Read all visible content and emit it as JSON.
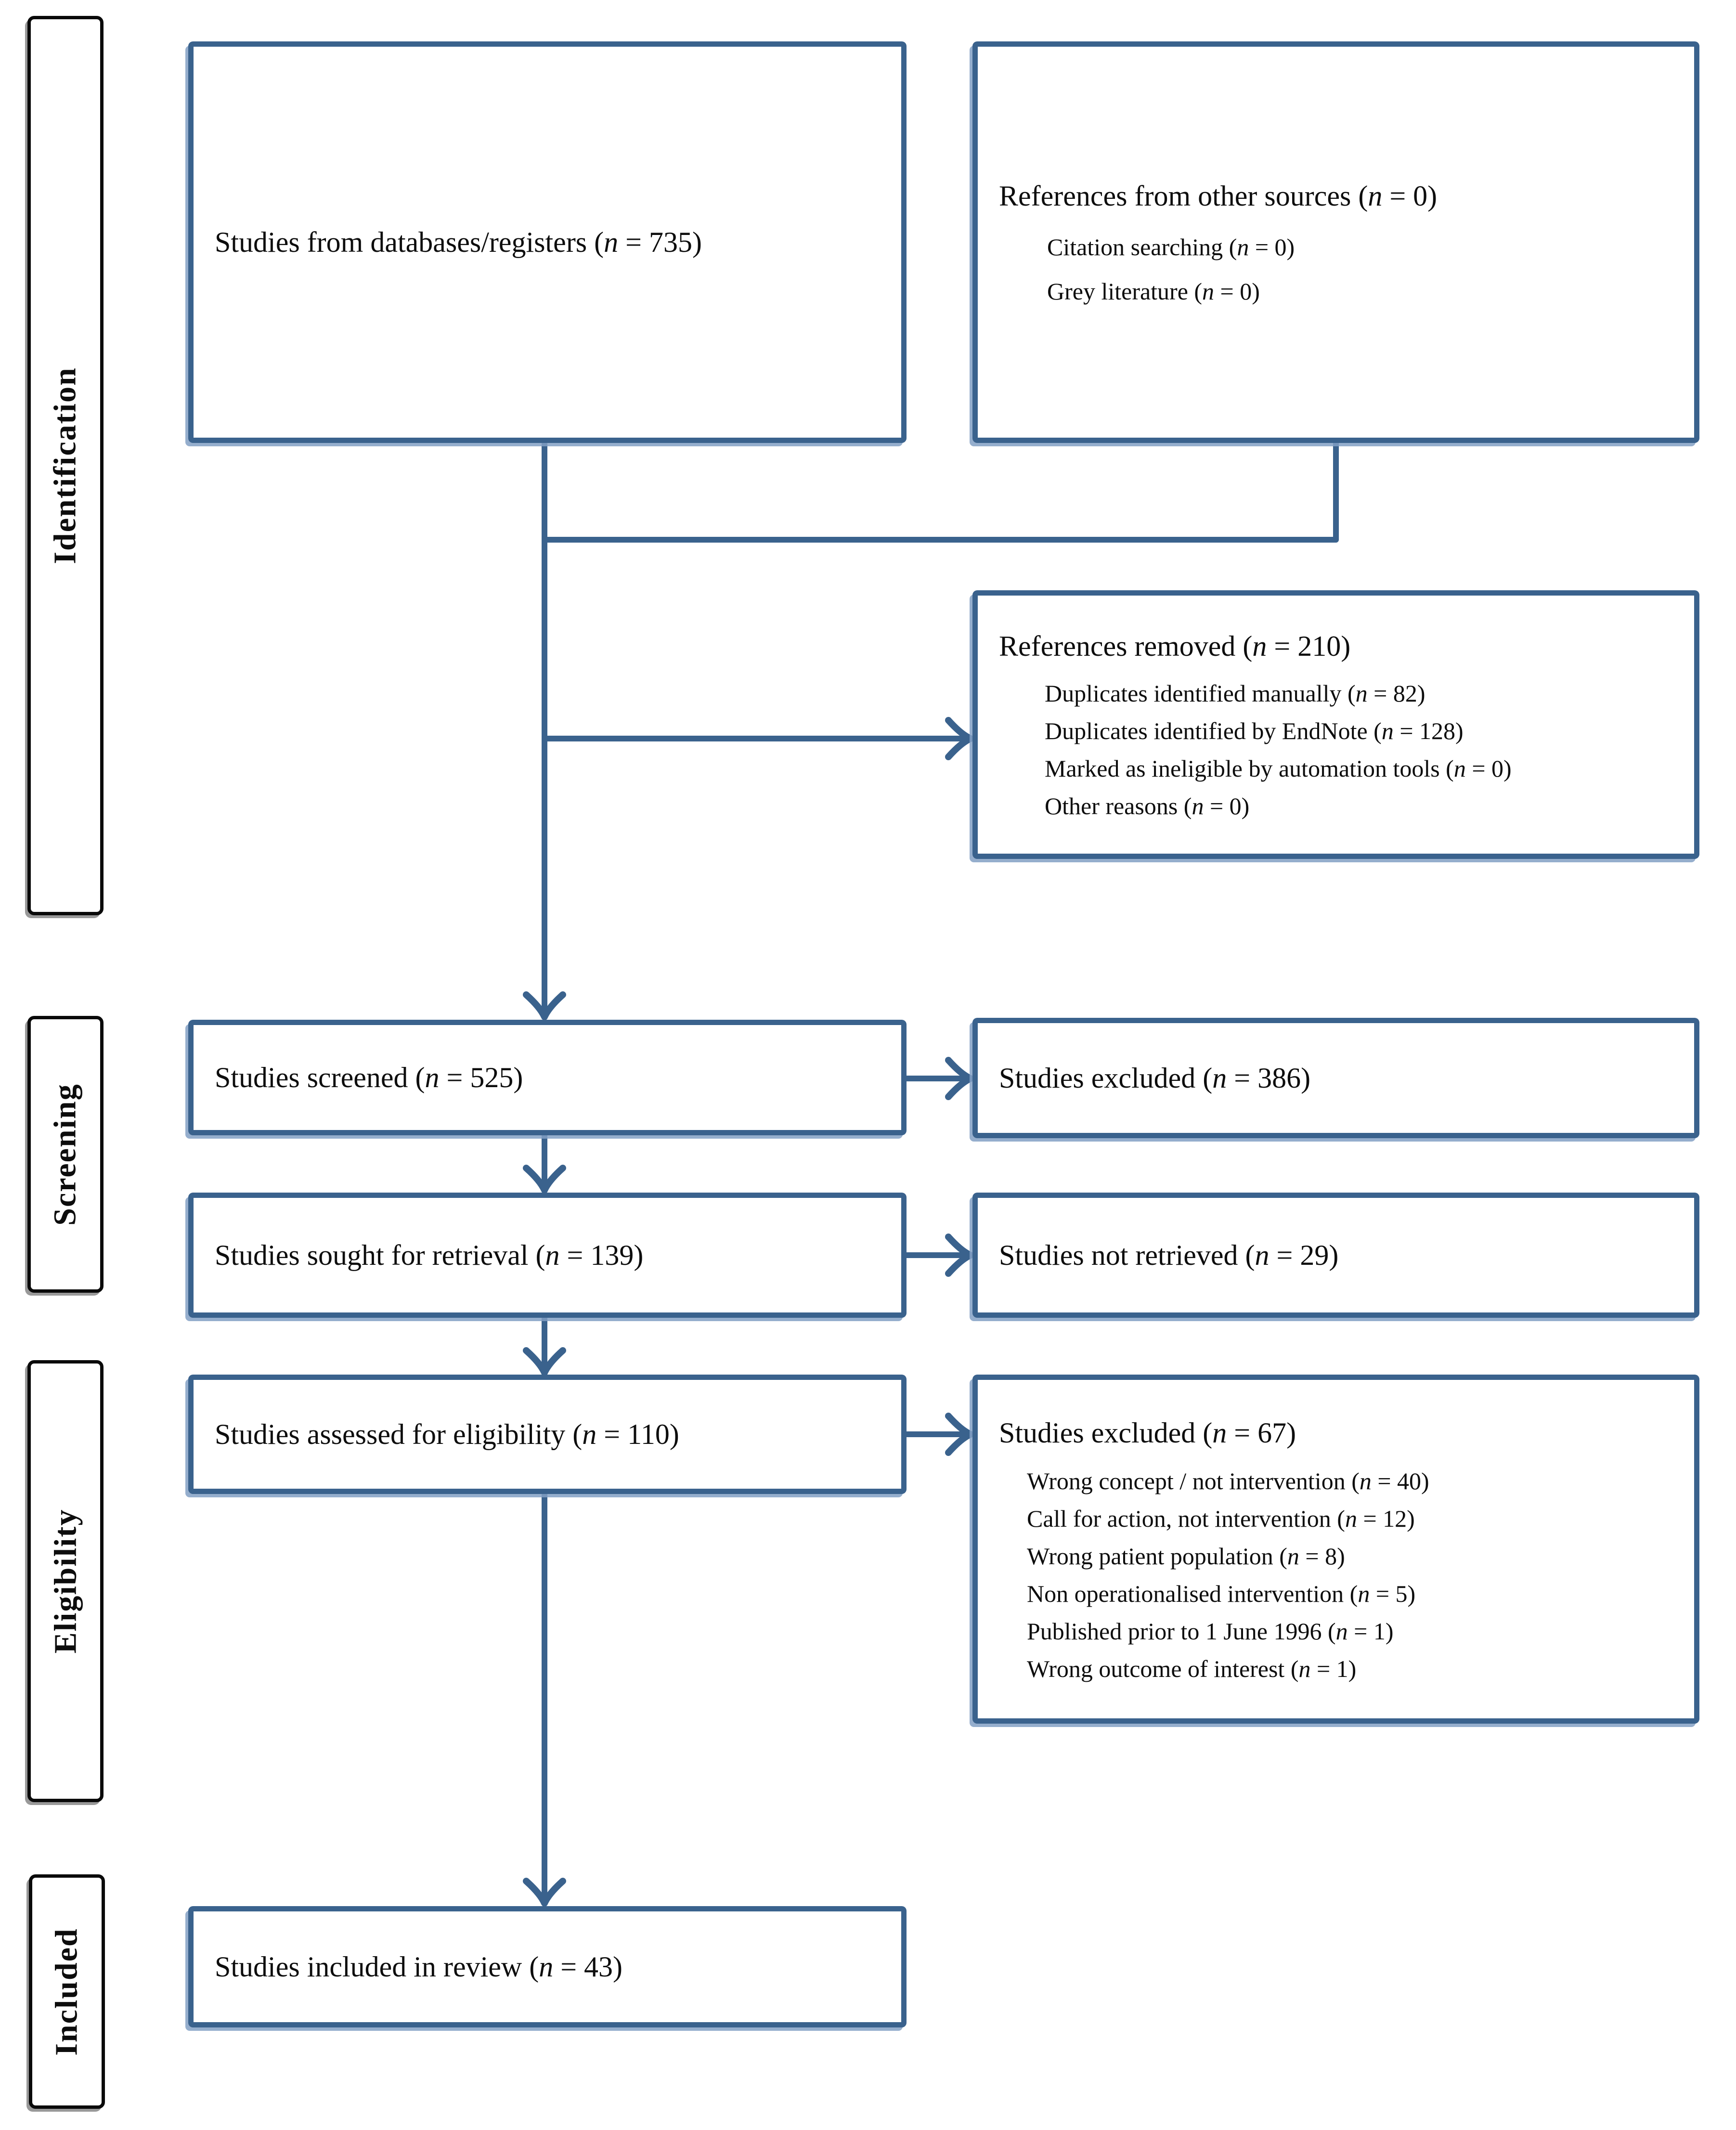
{
  "diagram": {
    "colors": {
      "box_border": "#3A628D",
      "arrow": "#3A628D",
      "box_shadow": "#82A0C4",
      "stage_border": "#0A0A0A",
      "text": "#0D0D0D",
      "background": "#FFFFFF"
    },
    "sidebar": {
      "identification": "Identification",
      "screening": "Screening",
      "eligibility": "Eligibility",
      "included": "Included"
    },
    "boxes": {
      "databases": {
        "title": "Studies from databases/registers (n = 735)"
      },
      "other_sources": {
        "title": "References from other sources (n = 0)",
        "items": [
          "Citation searching (n = 0)",
          "Grey literature (n = 0)"
        ]
      },
      "references_removed": {
        "title": "References removed (n = 210)",
        "items": [
          "Duplicates identified manually (n = 82)",
          "Duplicates identified by EndNote (n = 128)",
          "Marked as ineligible by automation tools (n = 0)",
          "Other reasons (n = 0)"
        ]
      },
      "screened": {
        "title": "Studies screened (n = 525)"
      },
      "excluded_screening": {
        "title": "Studies excluded (n = 386)"
      },
      "sought": {
        "title": "Studies sought for retrieval (n = 139)"
      },
      "not_retrieved": {
        "title": "Studies not retrieved (n = 29)"
      },
      "assessed": {
        "title": "Studies assessed for eligibility (n = 110)"
      },
      "excluded_eligibility": {
        "title": "Studies excluded (n = 67)",
        "items": [
          "Wrong concept / not intervention (n = 40)",
          "Call for action, not intervention (n = 12)",
          "Wrong patient population (n = 8)",
          "Non operationalised intervention (n = 5)",
          "Published prior to 1 June 1996 (n = 1)",
          "Wrong outcome of interest (n = 1)"
        ]
      },
      "included_review": {
        "title": "Studies included in review (n = 43)"
      }
    }
  }
}
